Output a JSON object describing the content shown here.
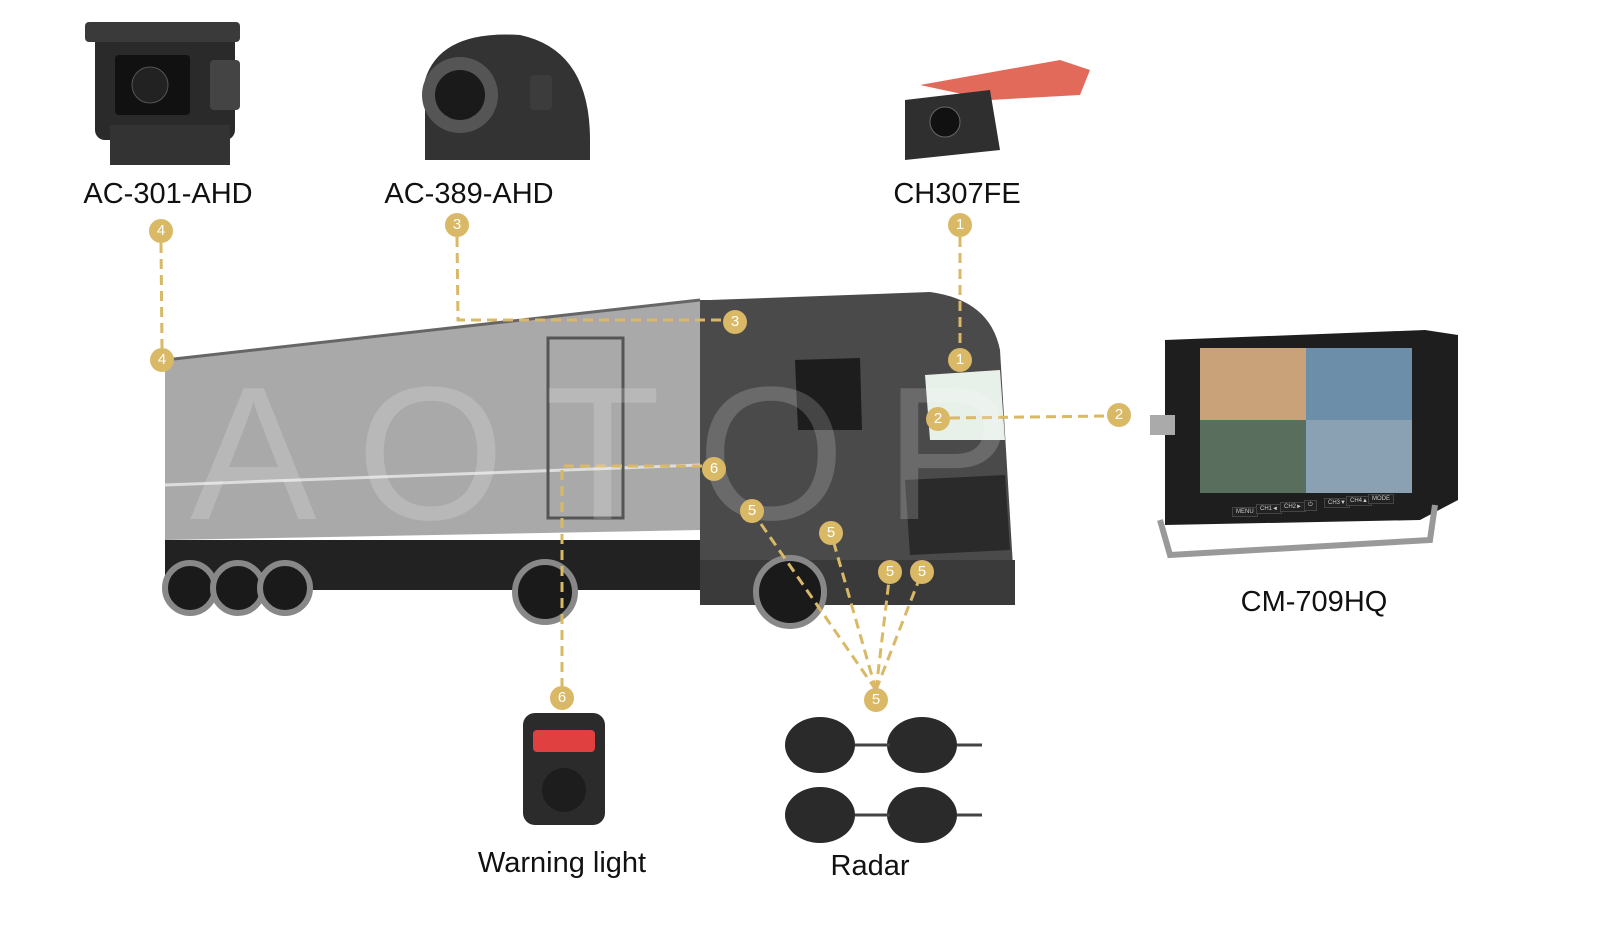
{
  "products": [
    {
      "id": "4",
      "name": "AC-301-AHD"
    },
    {
      "id": "3",
      "name": "AC-389-AHD"
    },
    {
      "id": "1",
      "name": "CH307FE"
    },
    {
      "id": "2",
      "name": "CM-709HQ"
    },
    {
      "id": "6",
      "name": "Warning light"
    },
    {
      "id": "5",
      "name": "Radar"
    }
  ],
  "watermark": "AOTOP",
  "monitor_buttons": [
    "MENU",
    "CH1◄",
    "CH2►",
    "⏻",
    "CH3▼",
    "CH4▲",
    "MODE"
  ],
  "colors": {
    "badge": "#d9b866",
    "line": "#d9b866"
  }
}
